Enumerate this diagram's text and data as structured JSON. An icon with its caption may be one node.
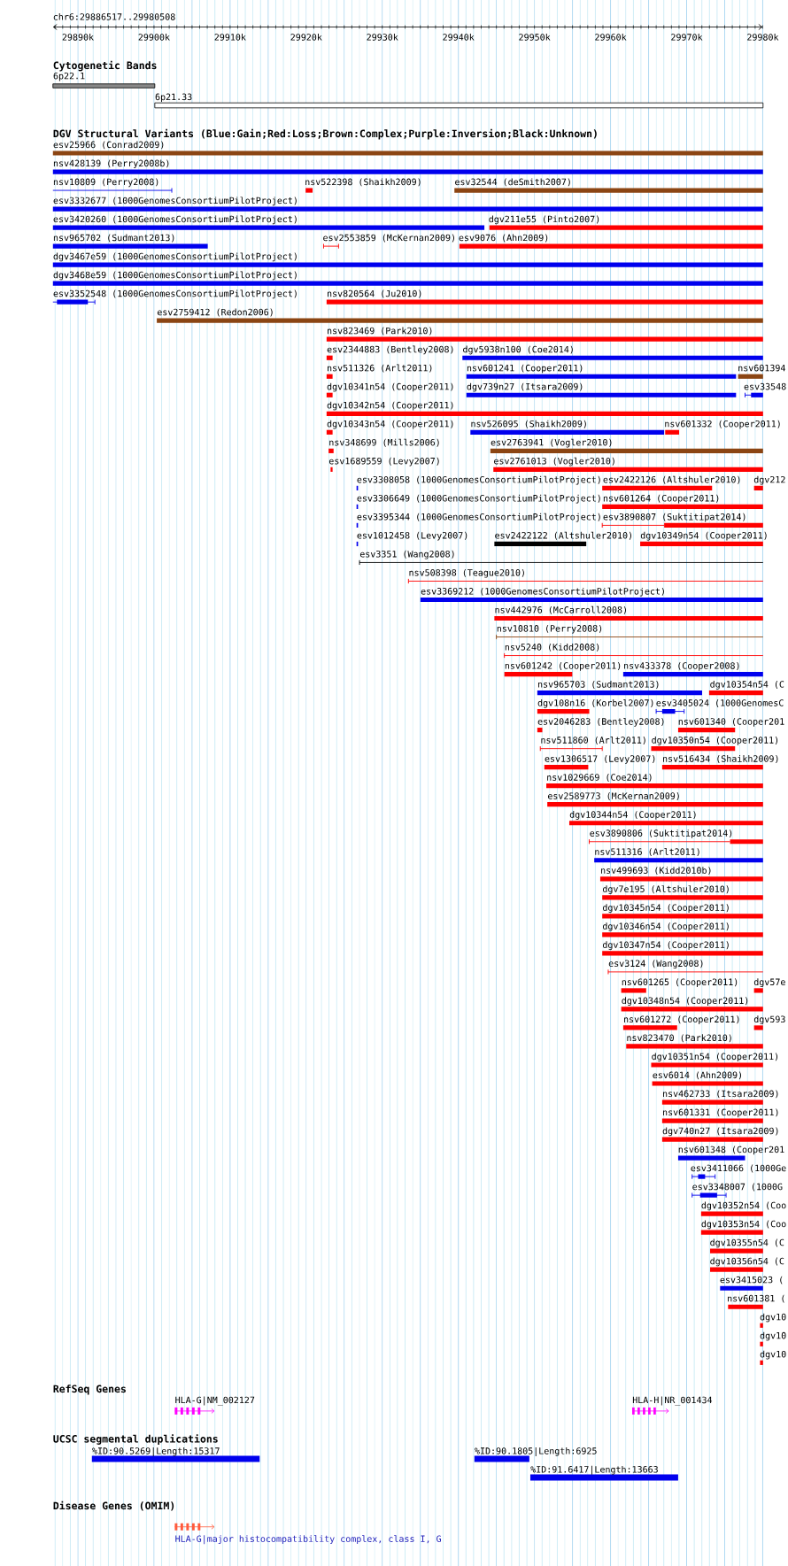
{
  "diagram": {
    "nodes": [
      {
        "text": [
          "6p22.1"
        ]
      },
      {
        "text": [
          "6p21.33"
        ]
      },
      {
        "text": [
          "esv25966 (Conrad2009)"
        ]
      },
      {
        "text": [
          "nsv428139 (Perry2008b)"
        ]
      },
      {
        "text": [
          "nsv10809 (Perry2008)"
        ]
      },
      {
        "text": [
          "nsv522398 (Shaikh2009)"
        ]
      },
      {
        "text": [
          "esv32544 (deSmith2007)"
        ]
      },
      {
        "text": [
          "esv3332677 (1000GenomesConsortiumPilotProject)"
        ]
      },
      {
        "text": [
          "esv3420260 (1000GenomesConsortiumPilotProject)"
        ]
      },
      {
        "text": [
          "dgv211e55 (Pinto2007)"
        ]
      },
      {
        "text": [
          "nsv965702 (Sudmant2013)"
        ]
      },
      {
        "text": [
          "esv2553859 (McKernan2009)"
        ]
      },
      {
        "text": [
          "esv9076 (Ahn2009)"
        ]
      },
      {
        "text": [
          "dgv3467e59 (1000GenomesConsortiumPilotProject)"
        ]
      },
      {
        "text": [
          "dgv3468e59 (1000GenomesConsortiumPilotProject)"
        ]
      },
      {
        "text": [
          "esv3352548 (1000GenomesConsortiumPilotProject)"
        ]
      },
      {
        "text": [
          "nsv820564 (Ju2010)"
        ]
      },
      {
        "text": [
          "esv2759412 (Redon2006)"
        ]
      },
      {
        "text": [
          "nsv823469 (Park2010)"
        ]
      },
      {
        "text": [
          "esv2344883 (Bentley2008)"
        ]
      },
      {
        "text": [
          "dgv5938n100 (Coe2014)"
        ]
      },
      {
        "text": [
          "nsv511326 (Arlt2011)"
        ]
      },
      {
        "text": [
          "nsv601241 (Cooper2011)"
        ]
      },
      {
        "text": [
          "nsv601394"
        ]
      },
      {
        "text": [
          "dgv10341n54 (Cooper2011)"
        ]
      },
      {
        "text": [
          "dgv739n27 (Itsara2009)"
        ]
      },
      {
        "text": [
          "esv33548"
        ]
      },
      {
        "text": [
          "dgv10342n54 (Cooper2011)"
        ]
      },
      {
        "text": [
          "dgv10343n54 (Cooper2011)"
        ]
      },
      {
        "text": [
          "nsv526095 (Shaikh2009)"
        ]
      },
      {
        "text": [
          "nsv601332 (Cooper2011)"
        ]
      },
      {
        "text": [
          "nsv348699 (Mills2006)"
        ]
      },
      {
        "text": [
          "esv2763941 (Vogler2010)"
        ]
      },
      {
        "text": [
          "esv1689559 (Levy2007)"
        ]
      },
      {
        "text": [
          "esv2761013 (Vogler2010)"
        ]
      },
      {
        "text": [
          "esv3308058 (1000GenomesConsortiumPilotProject)"
        ]
      },
      {
        "text": [
          "esv2422126 (Altshuler2010)"
        ]
      },
      {
        "text": [
          "dgv212"
        ]
      },
      {
        "text": [
          "esv3306649 (1000GenomesConsortiumPilotProject)"
        ]
      },
      {
        "text": [
          "nsv601264 (Cooper2011)"
        ]
      },
      {
        "text": [
          "esv3395344 (1000GenomesConsortiumPilotProject)"
        ]
      },
      {
        "text": [
          "esv3890807 (Suktitipat2014)"
        ]
      },
      {
        "text": [
          "esv1012458 (Levy2007)"
        ]
      },
      {
        "text": [
          "esv2422122 (Altshuler2010)"
        ]
      },
      {
        "text": [
          "dgv10349n54 (Cooper2011)"
        ]
      },
      {
        "text": [
          "esv3351 (Wang2008)"
        ]
      },
      {
        "text": [
          "nsv508398 (Teague2010)"
        ]
      },
      {
        "text": [
          "esv3369212 (1000GenomesConsortiumPilotProject)"
        ]
      },
      {
        "text": [
          "nsv442976 (McCarroll2008)"
        ]
      },
      {
        "text": [
          "nsv10810 (Perry2008)"
        ]
      },
      {
        "text": [
          "nsv5240 (Kidd2008)"
        ]
      },
      {
        "text": [
          "nsv601242 (Cooper2011)"
        ]
      },
      {
        "text": [
          "nsv433378 (Cooper2008)"
        ]
      },
      {
        "text": [
          "nsv965703 (Sudmant2013)"
        ]
      },
      {
        "text": [
          "dgv10354n54 (C"
        ]
      },
      {
        "text": [
          "dgv108n16 (Korbel2007)"
        ]
      },
      {
        "text": [
          "esv3405024 (1000GenomesC"
        ]
      },
      {
        "text": [
          "esv2046283 (Bentley2008)"
        ]
      },
      {
        "text": [
          "nsv601340 (Cooper201"
        ]
      },
      {
        "text": [
          "nsv511860 (Arlt2011)"
        ]
      },
      {
        "text": [
          "dgv10350n54 (Cooper2011)"
        ]
      },
      {
        "text": [
          "esv1306517 (Levy2007)"
        ]
      },
      {
        "text": [
          "nsv516434 (Shaikh2009)"
        ]
      },
      {
        "text": [
          "nsv1029669 (Coe2014)"
        ]
      },
      {
        "text": [
          "esv2589773 (McKernan2009)"
        ]
      },
      {
        "text": [
          "dgv10344n54 (Cooper2011)"
        ]
      },
      {
        "text": [
          "esv3890806 (Suktitipat2014)"
        ]
      },
      {
        "text": [
          "nsv511316 (Arlt2011)"
        ]
      },
      {
        "text": [
          "nsv499693 (Kidd2010b)"
        ]
      },
      {
        "text": [
          "dgv7e195 (Altshuler2010)"
        ]
      },
      {
        "text": [
          "dgv10345n54 (Cooper2011)"
        ]
      },
      {
        "text": [
          "dgv10346n54 (Cooper2011)"
        ]
      },
      {
        "text": [
          "dgv10347n54 (Cooper2011)"
        ]
      },
      {
        "text": [
          "esv3124 (Wang2008)"
        ]
      },
      {
        "text": [
          "nsv601265 (Cooper2011)"
        ]
      },
      {
        "text": [
          "dgv57e"
        ]
      },
      {
        "text": [
          "dgv10348n54 (Cooper2011)"
        ]
      },
      {
        "text": [
          "nsv601272 (Cooper2011)"
        ]
      },
      {
        "text": [
          "dgv593"
        ]
      },
      {
        "text": [
          "nsv823470 (Park2010)"
        ]
      },
      {
        "text": [
          "dgv10351n54 (Cooper2011)"
        ]
      },
      {
        "text": [
          "esv6014 (Ahn2009)"
        ]
      },
      {
        "text": [
          "nsv462733 (Itsara2009)"
        ]
      },
      {
        "text": [
          "nsv601331 (Cooper2011)"
        ]
      },
      {
        "text": [
          "dgv740n27 (Itsara2009)"
        ]
      },
      {
        "text": [
          "nsv601348 (Cooper201"
        ]
      },
      {
        "text": [
          "esv3411066 (1000Ge"
        ]
      },
      {
        "text": [
          "esv3348007 (1000G"
        ]
      },
      {
        "text": [
          "dgv10352n54 (Coo"
        ]
      },
      {
        "text": [
          "dgv10353n54 (Coo"
        ]
      },
      {
        "text": [
          "dgv10355n54 (C"
        ]
      },
      {
        "text": [
          "dgv10356n54 (C"
        ]
      },
      {
        "text": [
          "esv3415023 ("
        ]
      },
      {
        "text": [
          "nsv601381 ("
        ]
      },
      {
        "text": [
          "dgv10"
        ]
      },
      {
        "text": [
          "dgv10"
        ]
      },
      {
        "text": [
          "dgv10"
        ]
      },
      {
        "text": [
          "HLA-G|NM_002127"
        ]
      },
      {
        "text": [
          "HLA-H|NR_001434"
        ]
      },
      {
        "text": [
          "%ID:90.5269|Length:15317"
        ]
      },
      {
        "text": [
          "%ID:90.1805|Length:6925"
        ]
      },
      {
        "text": [
          "%ID:91.6417|Length:13663"
        ]
      },
      {
        "text": [
          "HLA-G|major histocompatibility complex, class I, G"
        ]
      }
    ],
    "labels": [
      "chr6:29886517..29980508",
      "29890k",
      "29900k",
      "29910k",
      "29920k",
      "29930k",
      "29940k",
      "29950k",
      "29960k",
      "29970k",
      "29980k",
      "Cytogenetic Bands",
      "DGV Structural Variants (Blue:Gain;Red:Loss;Brown:Complex;Purple:Inversion;Black:Unknown)",
      "RefSeq Genes",
      "UCSC segmental duplications",
      "Disease Genes (OMIM)"
    ]
  }
}
